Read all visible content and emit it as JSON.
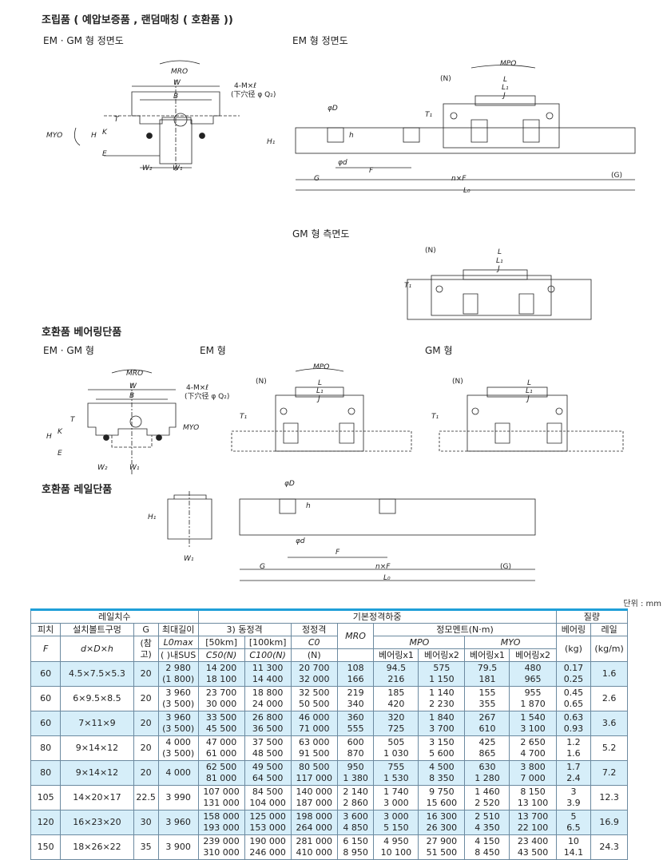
{
  "titles": {
    "assembly": "조립품 ( 예압보증품 , 랜덤매칭 ( 호환품 ))",
    "bearing": "호환품 베어링단품",
    "rail": "호환품 레일단품"
  },
  "views": {
    "emgm_front": "EM · GM 형 정면도",
    "em_front": "EM 형 정면도",
    "gm_side": "GM 형 측면도",
    "emgm": "EM · GM 형",
    "em": "EM 형",
    "gm": "GM 형"
  },
  "dims": {
    "W": "W",
    "B": "B",
    "K": "K",
    "T": "T",
    "H": "H",
    "E": "E",
    "W2": "W₂",
    "W1": "W₁",
    "MRO": "MRO",
    "MYO": "MYO",
    "MPO": "MPO",
    "bolt": "4-M×ℓ",
    "hole": "(下穴径 φ Q₂)",
    "N": "(N)",
    "L": "L",
    "L1": "L₁",
    "J": "J",
    "T1": "T₁",
    "phiD": "φD",
    "h": "h",
    "H1": "H₁",
    "phid": "φd",
    "F": "F",
    "G": "G",
    "nF": "n×F",
    "Gp": "(G)",
    "L0": "L₀"
  },
  "unit_note": "단위 : mm",
  "table": {
    "hdr": {
      "rail_dims": "레일치수",
      "basic_load": "기본정격하중",
      "mass": "질량",
      "pitch": "피치",
      "bolt": "설치볼트구멍",
      "G": "G",
      "maxlen": "최대길이",
      "dyn_rating": "3) 동정격",
      "static_rating": "정정격",
      "moment": "정모멘트(N·m)",
      "bearing": "베어링",
      "rail": "레일",
      "F": "F",
      "dxDxh": "d×D×h",
      "ref": "(참고)",
      "L0max": "L0max",
      "sus": "( )내SUS",
      "km50": "[50km]",
      "km100": "[100km]",
      "C50": "C50(N)",
      "C100": "C100(N)",
      "C0": "C0",
      "N": "(N)",
      "MRO": "MRO",
      "MPO": "MPO",
      "MYO": "MYO",
      "b1": "베어링x1",
      "b2": "베어링x2",
      "kg": "(kg)",
      "kgm": "(kg/m)"
    },
    "rows": [
      {
        "F": "60",
        "bolt": "4.5×7.5×5.3",
        "G": "20",
        "L": [
          "2 980",
          "(1 800)"
        ],
        "C50": [
          "14 200",
          "18 100"
        ],
        "C100": [
          "11 300",
          "14 400"
        ],
        "C0": [
          "20 700",
          "32 000"
        ],
        "MRO": [
          "108",
          "166"
        ],
        "MP1": [
          "94.5",
          "216"
        ],
        "MP2": [
          "575",
          "1 150"
        ],
        "MY1": [
          "79.5",
          "181"
        ],
        "MY2": [
          "480",
          "965"
        ],
        "kg": [
          "0.17",
          "0.25"
        ],
        "kgm": "1.6"
      },
      {
        "F": "60",
        "bolt": "6×9.5×8.5",
        "G": "20",
        "L": [
          "3 960",
          "(3 500)"
        ],
        "C50": [
          "23 700",
          "30 000"
        ],
        "C100": [
          "18 800",
          "24 000"
        ],
        "C0": [
          "32 500",
          "50 500"
        ],
        "MRO": [
          "219",
          "340"
        ],
        "MP1": [
          "185",
          "420"
        ],
        "MP2": [
          "1 140",
          "2 230"
        ],
        "MY1": [
          "155",
          "355"
        ],
        "MY2": [
          "955",
          "1 870"
        ],
        "kg": [
          "0.45",
          "0.65"
        ],
        "kgm": "2.6"
      },
      {
        "F": "60",
        "bolt": "7×11×9",
        "G": "20",
        "L": [
          "3 960",
          "(3 500)"
        ],
        "C50": [
          "33 500",
          "45 500"
        ],
        "C100": [
          "26 800",
          "36 500"
        ],
        "C0": [
          "46 000",
          "71 000"
        ],
        "MRO": [
          "360",
          "555"
        ],
        "MP1": [
          "320",
          "725"
        ],
        "MP2": [
          "1 840",
          "3 700"
        ],
        "MY1": [
          "267",
          "610"
        ],
        "MY2": [
          "1 540",
          "3 100"
        ],
        "kg": [
          "0.63",
          "0.93"
        ],
        "kgm": "3.6"
      },
      {
        "F": "80",
        "bolt": "9×14×12",
        "G": "20",
        "L": [
          "4 000",
          "(3 500)"
        ],
        "C50": [
          "47 000",
          "61 000"
        ],
        "C100": [
          "37 500",
          "48 500"
        ],
        "C0": [
          "63 000",
          "91 500"
        ],
        "MRO": [
          "600",
          "870"
        ],
        "MP1": [
          "505",
          "1 030"
        ],
        "MP2": [
          "3 150",
          "5 600"
        ],
        "MY1": [
          "425",
          "865"
        ],
        "MY2": [
          "2 650",
          "4 700"
        ],
        "kg": [
          "1.2",
          "1.6"
        ],
        "kgm": "5.2"
      },
      {
        "F": "80",
        "bolt": "9×14×12",
        "G": "20",
        "L": [
          "4 000",
          ""
        ],
        "C50": [
          "62 500",
          "81 000"
        ],
        "C100": [
          "49 500",
          "64 500"
        ],
        "C0": [
          "80 500",
          "117 000"
        ],
        "MRO": [
          "950",
          "1 380"
        ],
        "MP1": [
          "755",
          "1 530"
        ],
        "MP2": [
          "4 500",
          "8 350"
        ],
        "MY1": [
          "630",
          "1 280"
        ],
        "MY2": [
          "3 800",
          "7 000"
        ],
        "kg": [
          "1.7",
          "2.4"
        ],
        "kgm": "7.2"
      },
      {
        "F": "105",
        "bolt": "14×20×17",
        "G": "22.5",
        "L": [
          "3 990",
          ""
        ],
        "C50": [
          "107 000",
          "131 000"
        ],
        "C100": [
          "84 500",
          "104 000"
        ],
        "C0": [
          "140 000",
          "187 000"
        ],
        "MRO": [
          "2 140",
          "2 860"
        ],
        "MP1": [
          "1 740",
          "3 000"
        ],
        "MP2": [
          "9 750",
          "15 600"
        ],
        "MY1": [
          "1 460",
          "2 520"
        ],
        "MY2": [
          "8 150",
          "13 100"
        ],
        "kg": [
          "3",
          "3.9"
        ],
        "kgm": "12.3"
      },
      {
        "F": "120",
        "bolt": "16×23×20",
        "G": "30",
        "L": [
          "3 960",
          ""
        ],
        "C50": [
          "158 000",
          "193 000"
        ],
        "C100": [
          "125 000",
          "153 000"
        ],
        "C0": [
          "198 000",
          "264 000"
        ],
        "MRO": [
          "3 600",
          "4 850"
        ],
        "MP1": [
          "3 000",
          "5 150"
        ],
        "MP2": [
          "16 300",
          "26 300"
        ],
        "MY1": [
          "2 510",
          "4 350"
        ],
        "MY2": [
          "13 700",
          "22 100"
        ],
        "kg": [
          "5",
          "6.5"
        ],
        "kgm": "16.9"
      },
      {
        "F": "150",
        "bolt": "18×26×22",
        "G": "35",
        "L": [
          "3 900",
          ""
        ],
        "C50": [
          "239 000",
          "310 000"
        ],
        "C100": [
          "190 000",
          "246 000"
        ],
        "C0": [
          "281 000",
          "410 000"
        ],
        "MRO": [
          "6 150",
          "8 950"
        ],
        "MP1": [
          "4 950",
          "10 100"
        ],
        "MP2": [
          "27 900",
          "51 500"
        ],
        "MY1": [
          "4 150",
          "8 450"
        ],
        "MY2": [
          "23 400",
          "43 500"
        ],
        "kg": [
          "10",
          "14.1"
        ],
        "kgm": "24.3"
      }
    ]
  }
}
